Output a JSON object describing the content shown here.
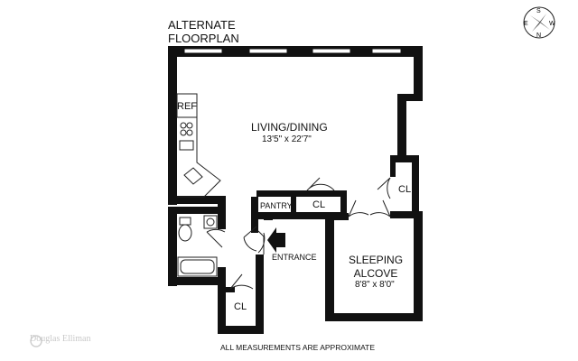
{
  "plan": {
    "title_line1": "ALTERNATE",
    "title_line2": "FLOORPLAN",
    "footnote": "ALL MEASUREMENTS ARE APPROXIMATE"
  },
  "rooms": {
    "living": {
      "name": "LIVING/DINING",
      "dimensions": "13'5\" x 22'7\""
    },
    "sleeping": {
      "name_line1": "SLEEPING",
      "name_line2": "ALCOVE",
      "dimensions": "8'8\" x 8'0\""
    }
  },
  "labels": {
    "ref": "REF",
    "pantry": "PANTRY",
    "closet_pantry": "CL",
    "closet_right": "CL",
    "closet_entry": "CL",
    "entrance": "ENTRANCE"
  },
  "branding": {
    "watermark": "Douglas Elliman"
  },
  "compass": {
    "letters": [
      "N",
      "S",
      "E",
      "W"
    ]
  },
  "colors": {
    "wall": "#111111",
    "window": "#ffffff",
    "line": "#222222"
  }
}
